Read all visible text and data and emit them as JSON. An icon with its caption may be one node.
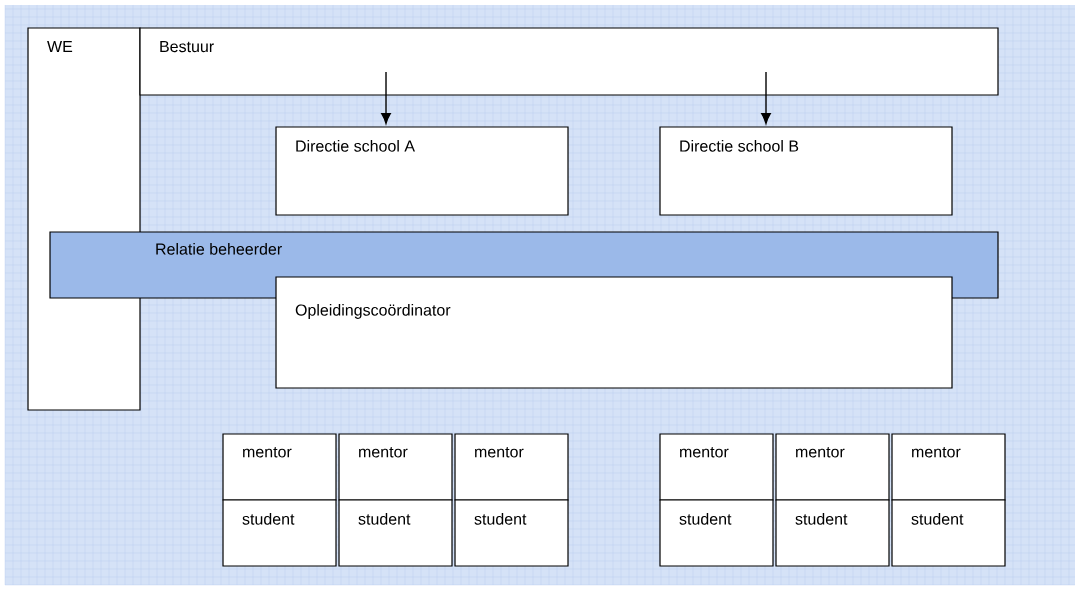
{
  "diagram": {
    "nodes": [
      {
        "text": [
          "WE"
        ]
      },
      {
        "text": [
          "Bestuur"
        ]
      },
      {
        "text": [
          "Directie school A"
        ]
      },
      {
        "text": [
          "Directie school B"
        ]
      },
      {
        "text": [
          "Relatie beheerder"
        ]
      },
      {
        "text": [
          "Opleidingscoördinator"
        ]
      },
      {
        "text": [
          "mentor"
        ]
      },
      {
        "text": [
          "mentor"
        ]
      },
      {
        "text": [
          "mentor"
        ]
      },
      {
        "text": [
          "mentor"
        ]
      },
      {
        "text": [
          "mentor"
        ]
      },
      {
        "text": [
          "mentor"
        ]
      },
      {
        "text": [
          "student"
        ]
      },
      {
        "text": [
          "student"
        ]
      },
      {
        "text": [
          "student"
        ]
      },
      {
        "text": [
          "student"
        ]
      },
      {
        "text": [
          "student"
        ]
      },
      {
        "text": [
          "student"
        ]
      }
    ],
    "edges": [
      {
        "from": 1,
        "to": 2,
        "arrow": "to"
      },
      {
        "from": 1,
        "to": 3,
        "arrow": "to"
      }
    ]
  }
}
